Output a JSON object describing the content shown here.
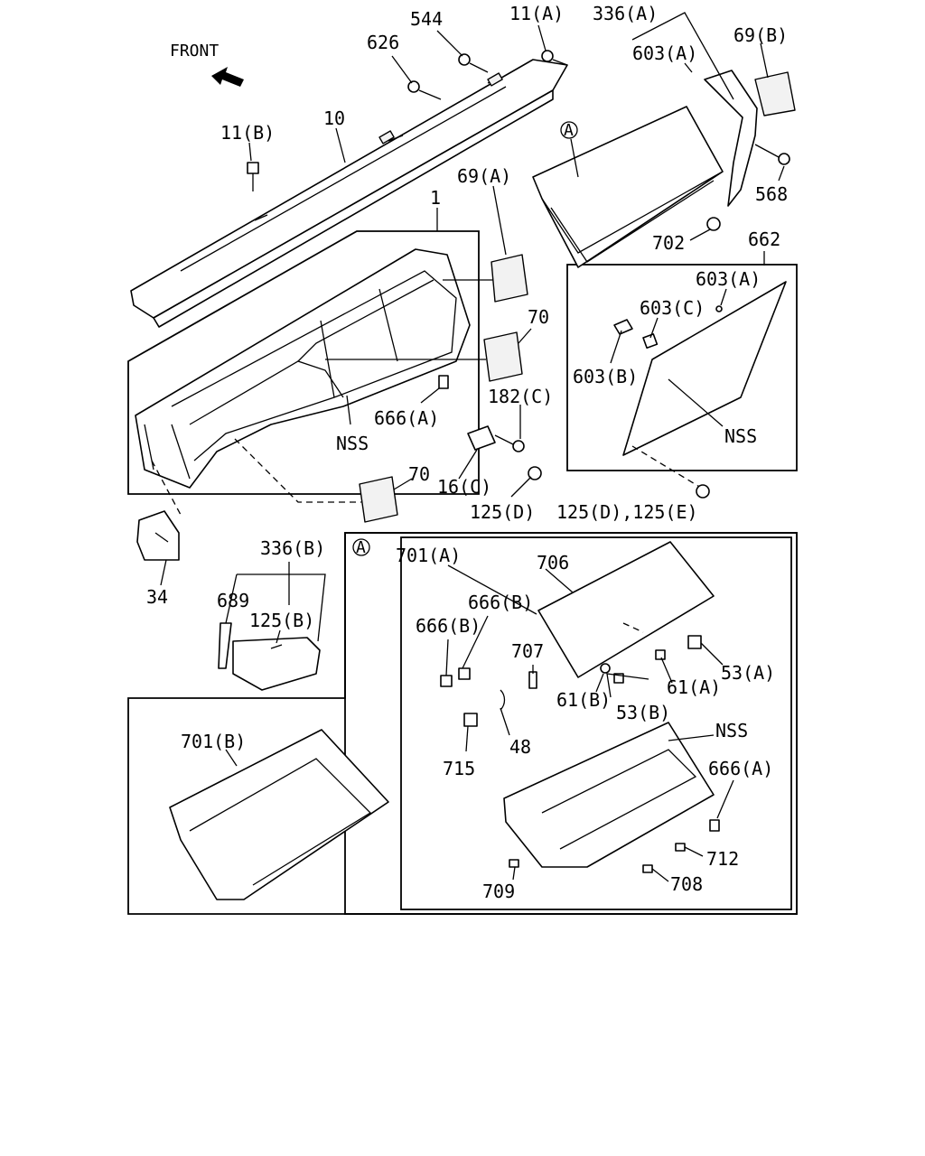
{
  "front_label": "FRONT",
  "callout_symbol": "A",
  "labels": {
    "l544": "544",
    "l11a": "11(A)",
    "l336a": "336(A)",
    "l626": "626",
    "l603a_top": "603(A)",
    "l69b": "69(B)",
    "l10": "10",
    "l11b": "11(B)",
    "l568": "568",
    "l69a": "69(A)",
    "l1": "1",
    "l702": "702",
    "l662": "662",
    "l603a_mid": "603(A)",
    "l70_top": "70",
    "l603c": "603(C)",
    "l603b": "603(B)",
    "l182c": "182(C)",
    "l666a_mid": "666(A)",
    "l nss1": "NSS",
    "lnss1": "NSS",
    "lnss2": "NSS",
    "l70_bot": "70",
    "l16c": "16(C)",
    "l125d": "125(D)",
    "l125de": "125(D),125(E)",
    "l336b": "336(B)",
    "l701a": "701(A)",
    "l706": "706",
    "l34": "34",
    "l689": "689",
    "l125b": "125(B)",
    "l666b1": "666(B)",
    "l666b2": "666(B)",
    "l707": "707",
    "l61a": "61(A)",
    "l53a": "53(A)",
    "l61b": "61(B)",
    "l53b": "53(B)",
    "l48": "48",
    "l715": "715",
    "l701b": "701(B)",
    "lnss3": "NSS",
    "l666a_bot": "666(A)",
    "l712": "712",
    "l709": "709",
    "l708": "708"
  }
}
